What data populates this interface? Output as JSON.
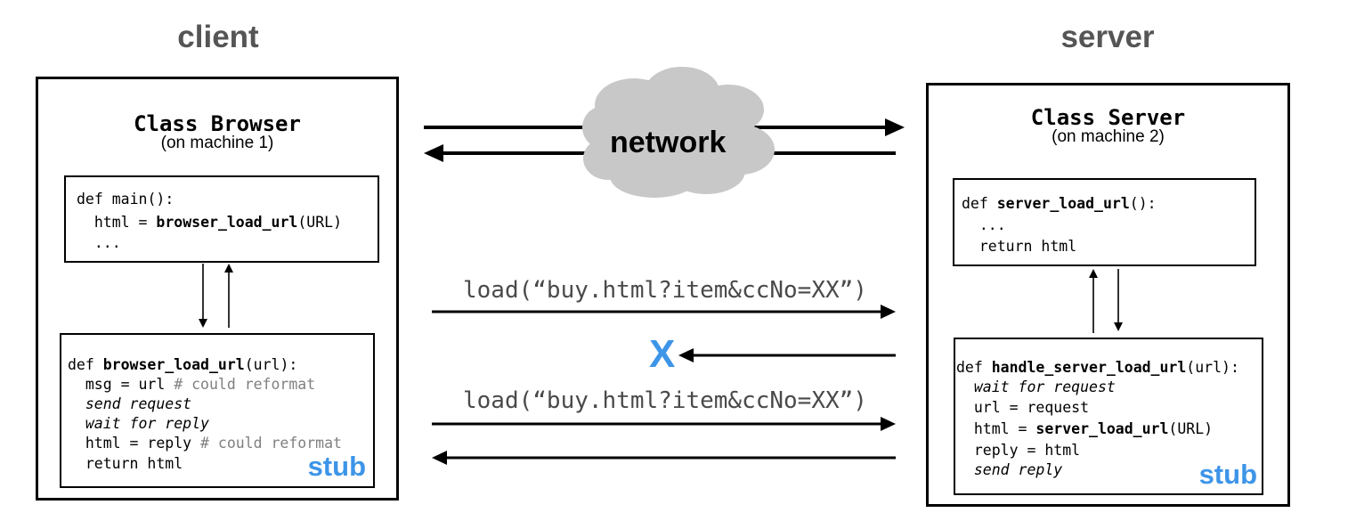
{
  "client": {
    "heading": "client",
    "class_title": "Class Browser",
    "class_sub": "(on machine 1)",
    "main_box": [
      "def main():",
      "  html = ",
      "browser_load_url",
      "(URL)",
      "  ..."
    ],
    "stub_box": {
      "line1_a": "def ",
      "line1_b": "browser_load_url",
      "line1_c": "(url):",
      "line2_a": "  msg = url ",
      "line2_b": "# could reformat",
      "line3": "  send request",
      "line4": "  wait for reply",
      "line5_a": "  html = reply ",
      "line5_b": "# could reformat",
      "line6": "  return html",
      "stub_label": "stub"
    }
  },
  "server": {
    "heading": "server",
    "class_title": "Class Server",
    "class_sub": "(on machine 2)",
    "main_box": {
      "line1_a": "def ",
      "line1_b": "server_load_url",
      "line1_c": "():",
      "line2": "  ...",
      "line3": "  return html"
    },
    "stub_box": {
      "line1_a": "def ",
      "line1_b": "handle_server_load_url",
      "line1_c": "(url):",
      "line2": "  wait for request",
      "line3": "  url = request",
      "line4_a": "  html = ",
      "line4_b": "server_load_url",
      "line4_c": "(URL)",
      "line5": "  reply = html",
      "line6": "  send reply",
      "stub_label": "stub"
    }
  },
  "network": {
    "label": "network",
    "message1": "load(“buy.html?item&ccNo=XX”)",
    "lost_reply_mark": "X",
    "message2": "load(“buy.html?item&ccNo=XX”)"
  },
  "colors": {
    "accent": "#3d95e8",
    "heading_gray": "#555555",
    "comment_gray": "#808080",
    "cloud": "#c8c8c8"
  }
}
